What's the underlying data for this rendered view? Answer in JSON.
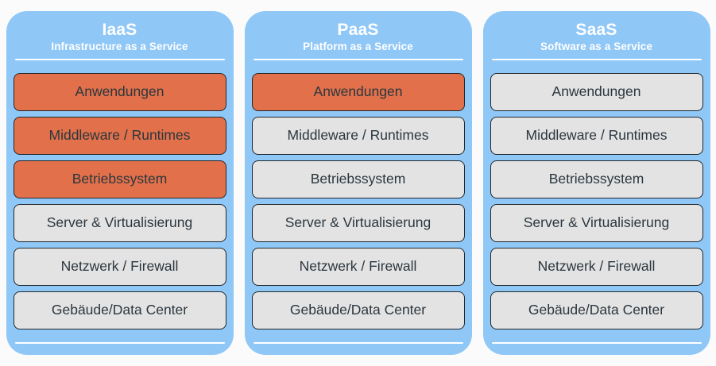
{
  "diagram": {
    "title_visible": false,
    "colors": {
      "card_background": "#8fc7f7",
      "row_default": "#e3e3e3",
      "row_managed": "#e2714b",
      "row_border": "#22272b",
      "row_text": "#2b363e",
      "header_text": "#ffffff",
      "page_background": "#fbfbfb"
    },
    "cards": [
      {
        "id": "iaas",
        "title": "IaaS",
        "subtitle": "Infrastructure as a Service",
        "rows": [
          {
            "label": "Anwendungen",
            "managed": true
          },
          {
            "label": "Middleware / Runtimes",
            "managed": true
          },
          {
            "label": "Betriebssystem",
            "managed": true
          },
          {
            "label": "Server & Virtualisierung",
            "managed": false
          },
          {
            "label": "Netzwerk / Firewall",
            "managed": false
          },
          {
            "label": "Gebäude/Data Center",
            "managed": false
          }
        ]
      },
      {
        "id": "paas",
        "title": "PaaS",
        "subtitle": "Platform as a Service",
        "rows": [
          {
            "label": "Anwendungen",
            "managed": true
          },
          {
            "label": "Middleware / Runtimes",
            "managed": false
          },
          {
            "label": "Betriebssystem",
            "managed": false
          },
          {
            "label": "Server & Virtualisierung",
            "managed": false
          },
          {
            "label": "Netzwerk / Firewall",
            "managed": false
          },
          {
            "label": "Gebäude/Data Center",
            "managed": false
          }
        ]
      },
      {
        "id": "saas",
        "title": "SaaS",
        "subtitle": "Software as a Service",
        "rows": [
          {
            "label": "Anwendungen",
            "managed": false
          },
          {
            "label": "Middleware / Runtimes",
            "managed": false
          },
          {
            "label": "Betriebssystem",
            "managed": false
          },
          {
            "label": "Server & Virtualisierung",
            "managed": false
          },
          {
            "label": "Netzwerk / Firewall",
            "managed": false
          },
          {
            "label": "Gebäude/Data Center",
            "managed": false
          }
        ]
      }
    ]
  }
}
